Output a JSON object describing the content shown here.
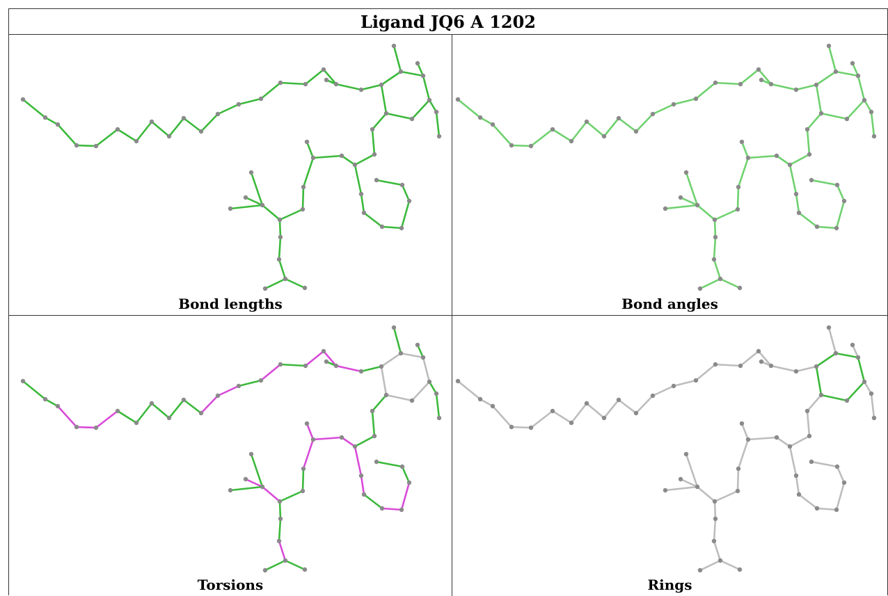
{
  "title": "Ligand JQ6 A 1202",
  "panels": [
    {
      "caption": "Bond lengths",
      "scheme": "all-green"
    },
    {
      "caption": "Bond angles",
      "scheme": "all-green-light"
    },
    {
      "caption": "Torsions",
      "scheme": "torsion"
    },
    {
      "caption": "Rings",
      "scheme": "ring"
    }
  ],
  "colors": {
    "green": "#3cb93c",
    "light_green": "#6fd16f",
    "magenta": "#d84bd8",
    "gray": "#bdbdbd",
    "atom": "#8a8a8a",
    "border": "#333333"
  }
}
